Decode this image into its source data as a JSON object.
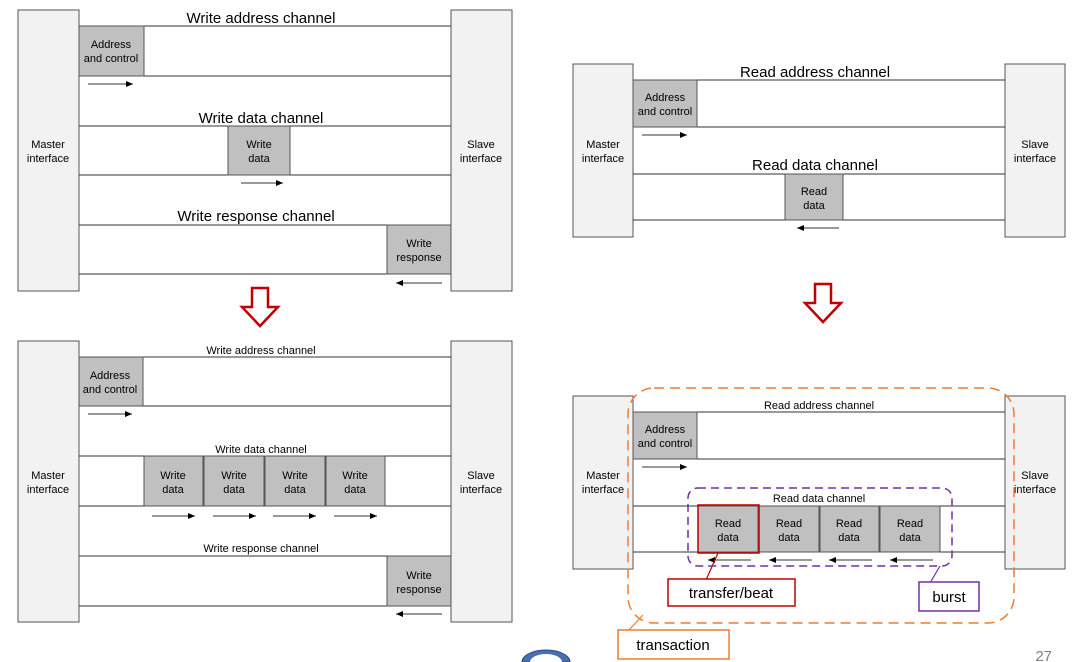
{
  "labels": {
    "master": "Master interface",
    "slave": "Slave interface",
    "address_control": "Address and control",
    "write_data": "Write data",
    "write_response": "Write response",
    "read_data": "Read data"
  },
  "channels": {
    "write_address": "Write address channel",
    "write_data": "Write data channel",
    "write_response": "Write response channel",
    "read_address": "Read address channel",
    "read_data": "Read data channel"
  },
  "annotations": {
    "transfer": "transfer/beat",
    "burst": "burst",
    "transaction": "transaction"
  },
  "colors": {
    "box_fill": "#c0c0c0",
    "interface_fill": "#f2f2f2",
    "flow_arrow": "#c00000",
    "transfer_border": "#c00000",
    "burst_border": "#7030a0",
    "transaction_border": "#ed7d31"
  },
  "page_number": "27"
}
